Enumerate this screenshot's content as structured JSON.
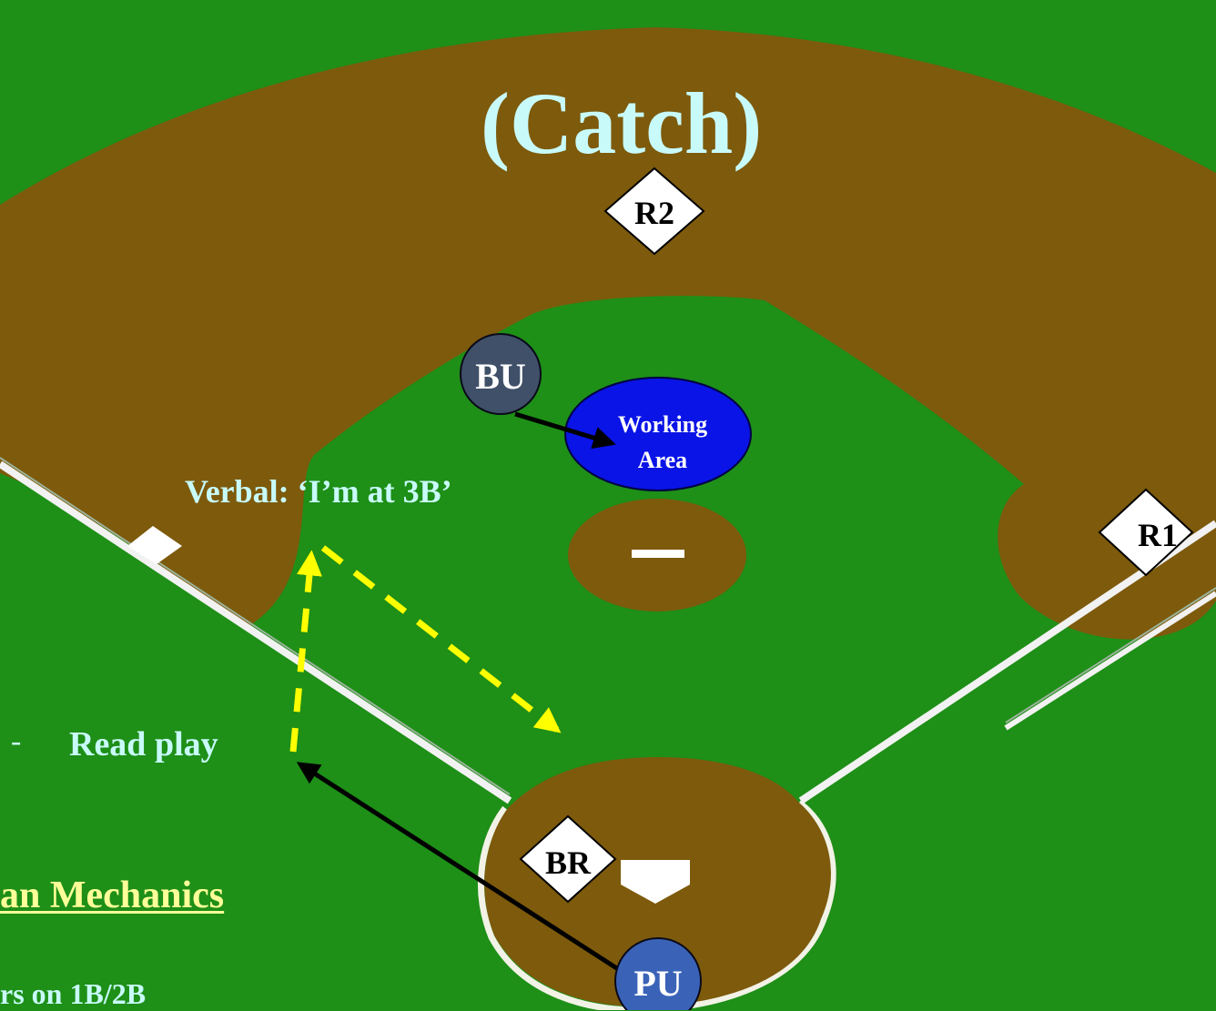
{
  "title": "(Catch)",
  "verbal": "Verbal: ‘I’m at 3B’",
  "read_play": {
    "bullet": "-",
    "label": "Read play"
  },
  "mechanics_heading": "an Mechanics",
  "runners_note": "rs on 1B/2B",
  "runners": {
    "r2": "R2",
    "r1": "R1",
    "br": "BR"
  },
  "umpires": {
    "bu": "BU",
    "pu": "PU"
  },
  "working_area": {
    "line1": "Working",
    "line2": "Area"
  },
  "colors": {
    "grass": "#1e8f17",
    "dirt": "#7d5a0c",
    "title_text": "#c8fafa",
    "heading_text": "#ffff99",
    "path_dashed": "#ffff00",
    "bu_fill": "#3f5068",
    "pu_fill": "#3a63b8",
    "working_area_fill": "#0a14e6"
  }
}
